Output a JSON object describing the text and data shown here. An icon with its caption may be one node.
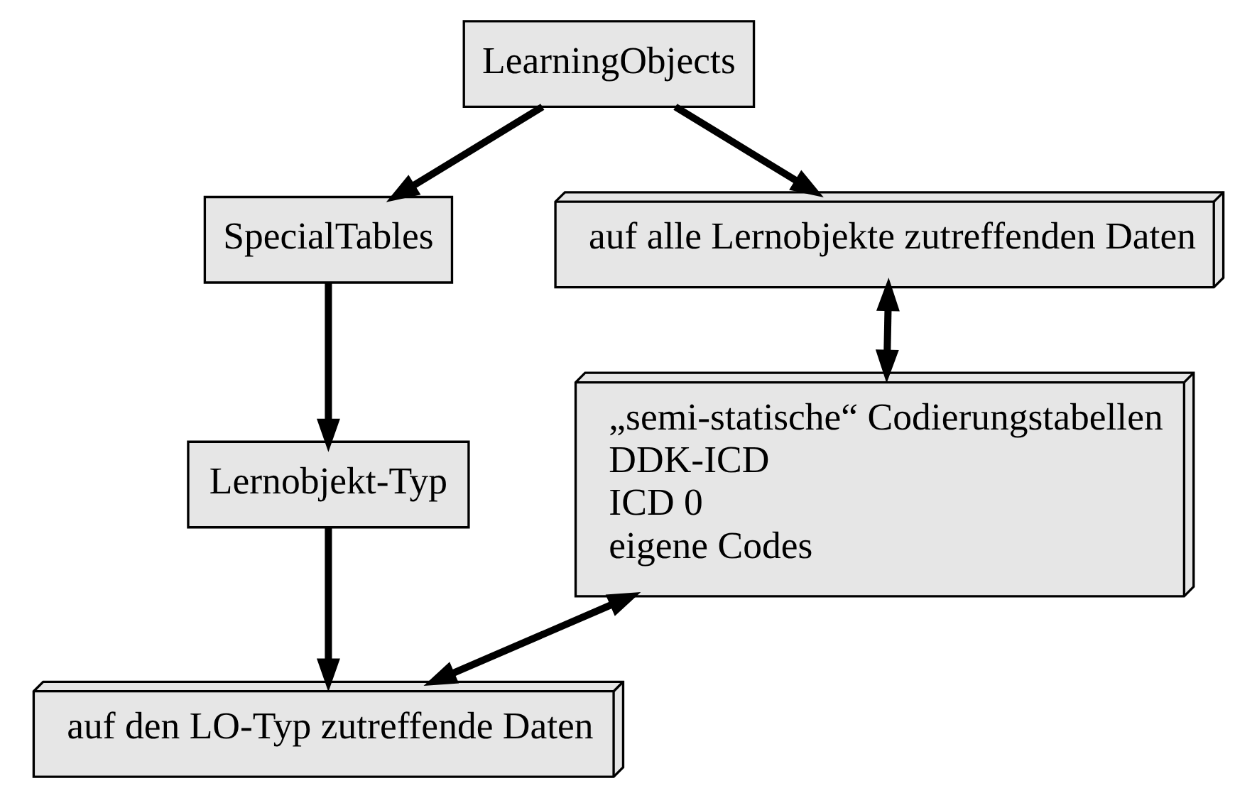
{
  "diagram": {
    "nodes": [
      {
        "text": [
          "LearningObjects"
        ]
      },
      {
        "text": [
          "SpecialTables"
        ]
      },
      {
        "text": [
          "auf alle Lernobjekte zutreffenden Daten"
        ]
      },
      {
        "text": [
          "Lernobjekt-Typ"
        ]
      },
      {
        "text": [
          "„semi-statische“ Codierungstabellen",
          "DDK-ICD",
          "ICD 0",
          "eigene Codes"
        ]
      },
      {
        "text": [
          "auf den LO-Typ zutreffende Daten"
        ]
      }
    ],
    "edges": [
      {
        "from": 0,
        "to": 1,
        "arrow": "to"
      },
      {
        "from": 0,
        "to": 2,
        "arrow": "to"
      },
      {
        "from": 1,
        "to": 3,
        "arrow": "to"
      },
      {
        "from": 3,
        "to": 5,
        "arrow": "to"
      },
      {
        "from": 2,
        "to": 4,
        "arrow": "both"
      },
      {
        "from": 5,
        "to": 4,
        "arrow": "both"
      }
    ]
  }
}
